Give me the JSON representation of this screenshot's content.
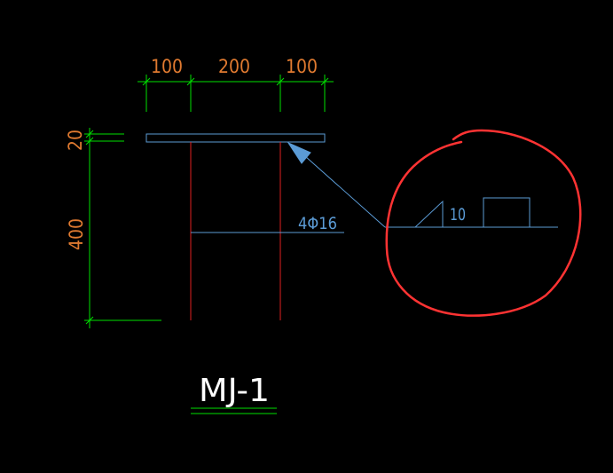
{
  "colors": {
    "background": "#000000",
    "dimension_lines": "#00e000",
    "dimension_text": "#e07a30",
    "rebar": "#e02020",
    "plate_and_leader": "#5b9bd5",
    "title": "#ffffff",
    "title_underline": "#00e000",
    "markup_circle": "#ff3333"
  },
  "top_dimensions": [
    "100",
    "200",
    "100"
  ],
  "left_dimensions": {
    "upper": "20",
    "lower": "400"
  },
  "rebar_label": "4Φ16",
  "weld_symbol": {
    "size": "10"
  },
  "title": "MJ-1"
}
